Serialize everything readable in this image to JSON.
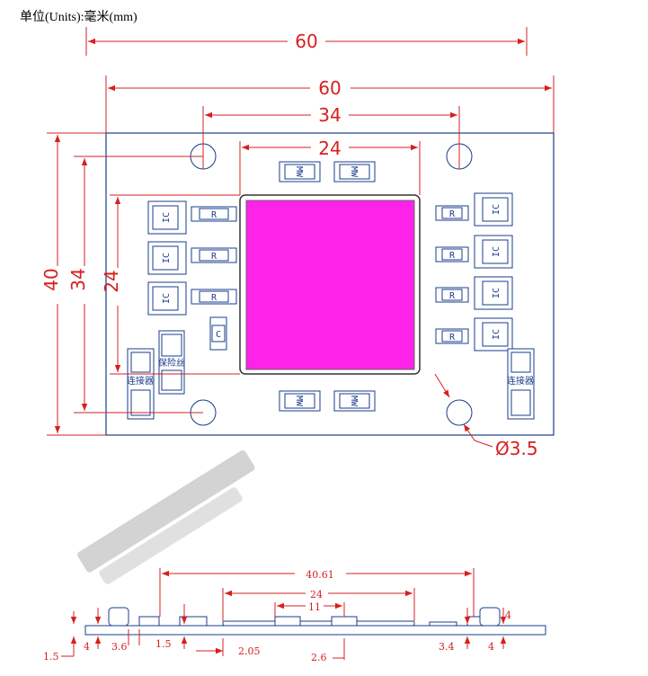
{
  "units_label": "单位(Units):毫米(mm)",
  "top_view": {
    "dims": {
      "total_width_outer": "60",
      "total_width_inner": "60",
      "hole_spacing": "34",
      "led_width": "24",
      "height_total": "40",
      "height_holes": "34",
      "height_led": "24",
      "hole_diameter": "Ø3.5"
    },
    "labels": {
      "ic": "IC",
      "resistor": "R",
      "capacitor": "C",
      "mw": "MW",
      "connector": "连接器",
      "fuse": "保险丝"
    },
    "colors": {
      "led": "#ff22e8",
      "board_outline": "#1a3c8c",
      "dimension": "#d62020"
    }
  },
  "side_view": {
    "dims": {
      "overall": "40.61",
      "led": "24",
      "inner": "11",
      "d1": "1.5",
      "d2": "4",
      "d3": "3.6",
      "d4": "1.5",
      "d5": "2.05",
      "d6": "2.6",
      "d7": "3.4",
      "d8": "4",
      "d9": "4"
    }
  }
}
